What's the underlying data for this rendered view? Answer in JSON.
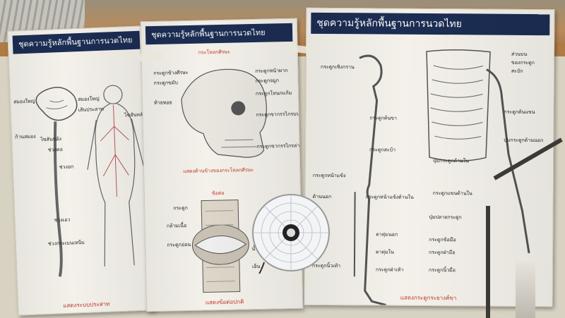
{
  "posters": [
    {
      "title": "ชุดความรู้หลักพื้นฐานการนวดไทย",
      "labels": [
        "สมองใหญ่",
        "ก้านสมอง",
        "ไขสันหลัง",
        "ช่วงคอ",
        "ช่วงอก",
        "ช่วงเอว",
        "ช่วงกระเบนเหน็บ",
        "สมองใหญ่",
        "เส้นประสาท",
        "ไขสันหลัง"
      ],
      "footer": "แสดงระบบประสาท"
    },
    {
      "title": "ชุดความรู้หลักพื้นฐานการนวดไทย",
      "section1": "กระโหลกศีรษะ",
      "labels_top": [
        "กระดูกข้างศีรษะ",
        "กระดูกขมับ",
        "ท้ายทอย",
        "กระดูกหน้าผาก",
        "กระดูกจมูก",
        "กระดูกโหนกแก้ม",
        "กระดูกขากรรไกรบน",
        "กระดูกขากรรไกรล่าง"
      ],
      "caption1": "แสดงด้านข้างของกระโหลกศีรษะ",
      "section2": "ข้อต่อ",
      "labels_bottom": [
        "กระดูก",
        "กล้ามเนื้อ",
        "กระดูกอ่อน",
        "น้ำเลี้ยงข้อ",
        "เอ็น"
      ],
      "footer": "แสดงข้อต่อปกติ"
    },
    {
      "title": "ชุดความรู้หลักพื้นฐานการนวดไทย",
      "labels_left": [
        "กระดูกเชิงกราน",
        "กระดูกต้นขา",
        "กระดูกสะบ้า",
        "กระดูกหน้าแข้ง",
        "ด้านนอก",
        "กระดูกหน้าแข้งด้านใน",
        "ตาตุ่มนอก",
        "ตาตุ่มใน",
        "กระดูกนิ้วเท้า",
        "กระดูกฝ่าเท้า"
      ],
      "labels_right": [
        "ส่วนบน",
        "ของกระดูก",
        "สะบัก",
        "กระดูกต้นแขน",
        "ปุ่มกระดูกด้านนอก",
        "ปุ่มกระดูกด้านใน",
        "กระดูกแขนด้านใน",
        "ปุ่มปลายกระดูก",
        "กระดูกข้อมือ",
        "กระดูกฝ่ามือ",
        "กระดูกนิ้วมือ"
      ],
      "footer": "แสดงกระดูกระยางค์ขา"
    }
  ]
}
